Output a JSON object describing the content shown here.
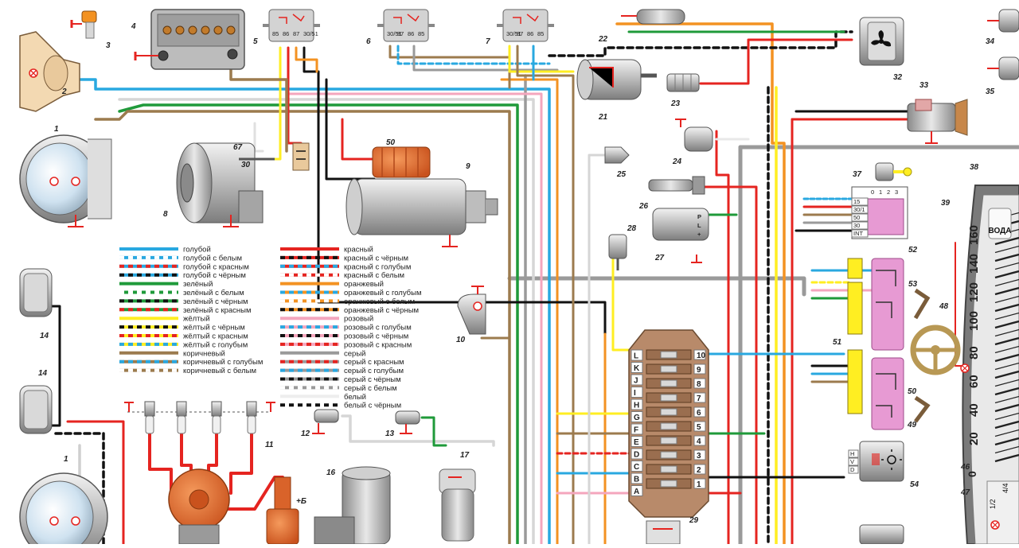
{
  "diagram": {
    "legend": [
      {
        "label": "голубой",
        "color": "#29a8e0",
        "stripe": null
      },
      {
        "label": "голубой с белым",
        "color": "#29a8e0",
        "stripe": "#ffffff"
      },
      {
        "label": "голубой с красным",
        "color": "#29a8e0",
        "stripe": "#e52420"
      },
      {
        "label": "голубой с чёрным",
        "color": "#29a8e0",
        "stripe": "#111111"
      },
      {
        "label": "зелёный",
        "color": "#1f9a3a",
        "stripe": null
      },
      {
        "label": "зелёный с белым",
        "color": "#1f9a3a",
        "stripe": "#ffffff"
      },
      {
        "label": "зелёный с чёрным",
        "color": "#1f9a3a",
        "stripe": "#111111"
      },
      {
        "label": "зелёный с красным",
        "color": "#1f9a3a",
        "stripe": "#e52420"
      },
      {
        "label": "жёлтый",
        "color": "#ffee22",
        "stripe": null
      },
      {
        "label": "жёлтый с чёрным",
        "color": "#ffee22",
        "stripe": "#111111"
      },
      {
        "label": "жёлтый с красным",
        "color": "#ffee22",
        "stripe": "#e52420"
      },
      {
        "label": "жёлтый с голубым",
        "color": "#ffee22",
        "stripe": "#29a8e0"
      },
      {
        "label": "коричневый",
        "color": "#9c7b4e",
        "stripe": null
      },
      {
        "label": "коричневый с голубым",
        "color": "#9c7b4e",
        "stripe": "#29a8e0"
      },
      {
        "label": "коричневый с белым",
        "color": "#9c7b4e",
        "stripe": "#ffffff"
      },
      {
        "label": "красный",
        "color": "#e52420",
        "stripe": null
      },
      {
        "label": "красный с чёрным",
        "color": "#e52420",
        "stripe": "#111111"
      },
      {
        "label": "красный с голубым",
        "color": "#e52420",
        "stripe": "#29a8e0"
      },
      {
        "label": "красный с белым",
        "color": "#e52420",
        "stripe": "#ffffff"
      },
      {
        "label": "оранжевый",
        "color": "#f39222",
        "stripe": null
      },
      {
        "label": "оранжевый с голубым",
        "color": "#f39222",
        "stripe": "#29a8e0"
      },
      {
        "label": "оранжевый с белым",
        "color": "#f39222",
        "stripe": "#ffffff"
      },
      {
        "label": "оранжевый с чёрным",
        "color": "#f39222",
        "stripe": "#111111"
      },
      {
        "label": "розовый",
        "color": "#f4a6bd",
        "stripe": null
      },
      {
        "label": "розовый с голубым",
        "color": "#f4a6bd",
        "stripe": "#29a8e0"
      },
      {
        "label": "розовый с чёрным",
        "color": "#f4a6bd",
        "stripe": "#111111"
      },
      {
        "label": "розовый с красным",
        "color": "#f4a6bd",
        "stripe": "#e52420"
      },
      {
        "label": "серый",
        "color": "#9a9a9a",
        "stripe": null
      },
      {
        "label": "серый с красным",
        "color": "#9a9a9a",
        "stripe": "#e52420"
      },
      {
        "label": "серый с голубым",
        "color": "#9a9a9a",
        "stripe": "#29a8e0"
      },
      {
        "label": "серый с чёрным",
        "color": "#9a9a9a",
        "stripe": "#111111"
      },
      {
        "label": "серый с белым",
        "color": "#9a9a9a",
        "stripe": "#ffffff"
      },
      {
        "label": "белый",
        "color": "#eeeeee",
        "stripe": null
      },
      {
        "label": "белый с чёрным",
        "color": "#ffffff",
        "stripe": "#111111"
      }
    ],
    "callouts": [
      "1",
      "2",
      "3",
      "4",
      "5",
      "6",
      "7",
      "8",
      "9",
      "10",
      "11",
      "12",
      "13",
      "14",
      "16",
      "17",
      "21",
      "22",
      "23",
      "24",
      "25",
      "26",
      "27",
      "28",
      "29",
      "32",
      "33",
      "34",
      "35",
      "37",
      "38",
      "39",
      "46",
      "47",
      "48",
      "49",
      "50",
      "51",
      "52",
      "53",
      "54",
      "67",
      "30"
    ],
    "relay_pins": {
      "r5": [
        "85",
        "86",
        "87",
        "30/51"
      ],
      "r6": [
        "30/51",
        "87",
        "86",
        "85"
      ],
      "r7": [
        "30/51",
        "87",
        "86",
        "85"
      ]
    },
    "fuse_letters": [
      "A",
      "B",
      "C",
      "D",
      "E",
      "F",
      "G",
      "H",
      "I",
      "J",
      "K",
      "L"
    ],
    "fuse_numbers": [
      "1",
      "2",
      "3",
      "4",
      "5",
      "6",
      "7",
      "8",
      "9",
      "10"
    ],
    "ignition_switch_header": [
      "0",
      "1",
      "2",
      "3"
    ],
    "ignition_switch_terms": [
      "15",
      "30/1",
      "50",
      "30",
      "INT"
    ],
    "sensor27_terms": [
      "P",
      "L",
      "+"
    ],
    "switch54_terms": [
      "H",
      "V",
      "D"
    ],
    "gauge": {
      "label": "ВОДА",
      "scale": [
        "20",
        "40",
        "60",
        "80",
        "100",
        "120",
        "140",
        "160"
      ],
      "zero": "0",
      "fraction_left": "1/2",
      "fraction_right": "4/4"
    },
    "coil_plus": "+Б",
    "colors": {
      "red": "#e52420",
      "black": "#111111",
      "blue": "#29a8e0",
      "green": "#1f9a3a",
      "yellow": "#ffee22",
      "brown": "#9c7b4e",
      "orange": "#f39222",
      "pink": "#f4a6bd",
      "grey": "#9a9a9a",
      "relay_grey": "#d3d3d3",
      "fuse_body": "#b88a6a",
      "pink_switch": "#e79ad3",
      "distributor": "#d9632a"
    }
  }
}
